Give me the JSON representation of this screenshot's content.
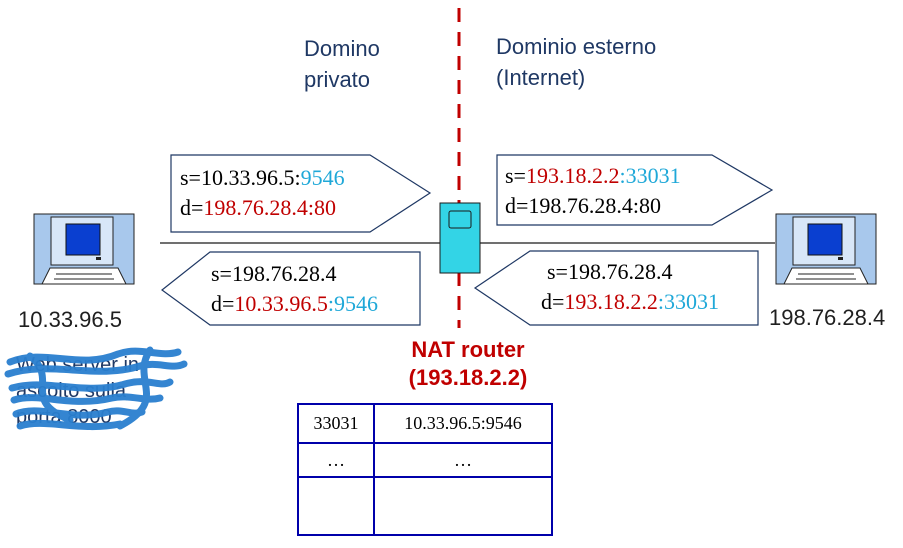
{
  "private_domain_label": "Domino\nprivato",
  "external_domain_label": "Dominio esterno\n(Internet)",
  "packets": {
    "private_out": {
      "s_prefix": "s=",
      "s_addr": "10.33.96.5",
      "s_sep": ":",
      "s_port": "9546",
      "d_prefix": "d=",
      "d_addr": "198.76.28.4",
      "d_sep": ":",
      "d_port": "80"
    },
    "public_out": {
      "s_prefix": "s=",
      "s_addr": "193.18.2.2",
      "s_sep": ":",
      "s_port": "33031",
      "d_prefix": "d=",
      "d_addr": "198.76.28.4",
      "d_sep": ":",
      "d_port": "80"
    },
    "public_in": {
      "s_prefix": "s=",
      "s_addr": "198.76.28.4",
      "d_prefix": "d=",
      "d_addr": "193.18.2.2",
      "d_sep": ":",
      "d_port": "33031"
    },
    "private_in": {
      "s_prefix": "s=",
      "s_addr": "198.76.28.4",
      "d_prefix": "d=",
      "d_addr": "10.33.96.5",
      "d_sep": ":",
      "d_port": "9546"
    }
  },
  "left_host": {
    "ip": "10.33.96.5",
    "note": "Web server in\nascolto sulla\nporta 8000"
  },
  "right_host": {
    "ip": "198.76.28.4"
  },
  "router": {
    "name": "NAT router",
    "ip": "(193.18.2.2)"
  },
  "nat_table": {
    "rows": [
      [
        "33031",
        "10.33.96.5:9546"
      ],
      [
        "…",
        "…"
      ],
      [
        "",
        ""
      ]
    ]
  },
  "colors": {
    "divider": "#c00000",
    "monitor": "#a8c8ec",
    "screen": "#0a3fd0",
    "router_fill": "#33d4e6",
    "scribble": "#2a7fcf",
    "table_border": "#0000aa"
  }
}
